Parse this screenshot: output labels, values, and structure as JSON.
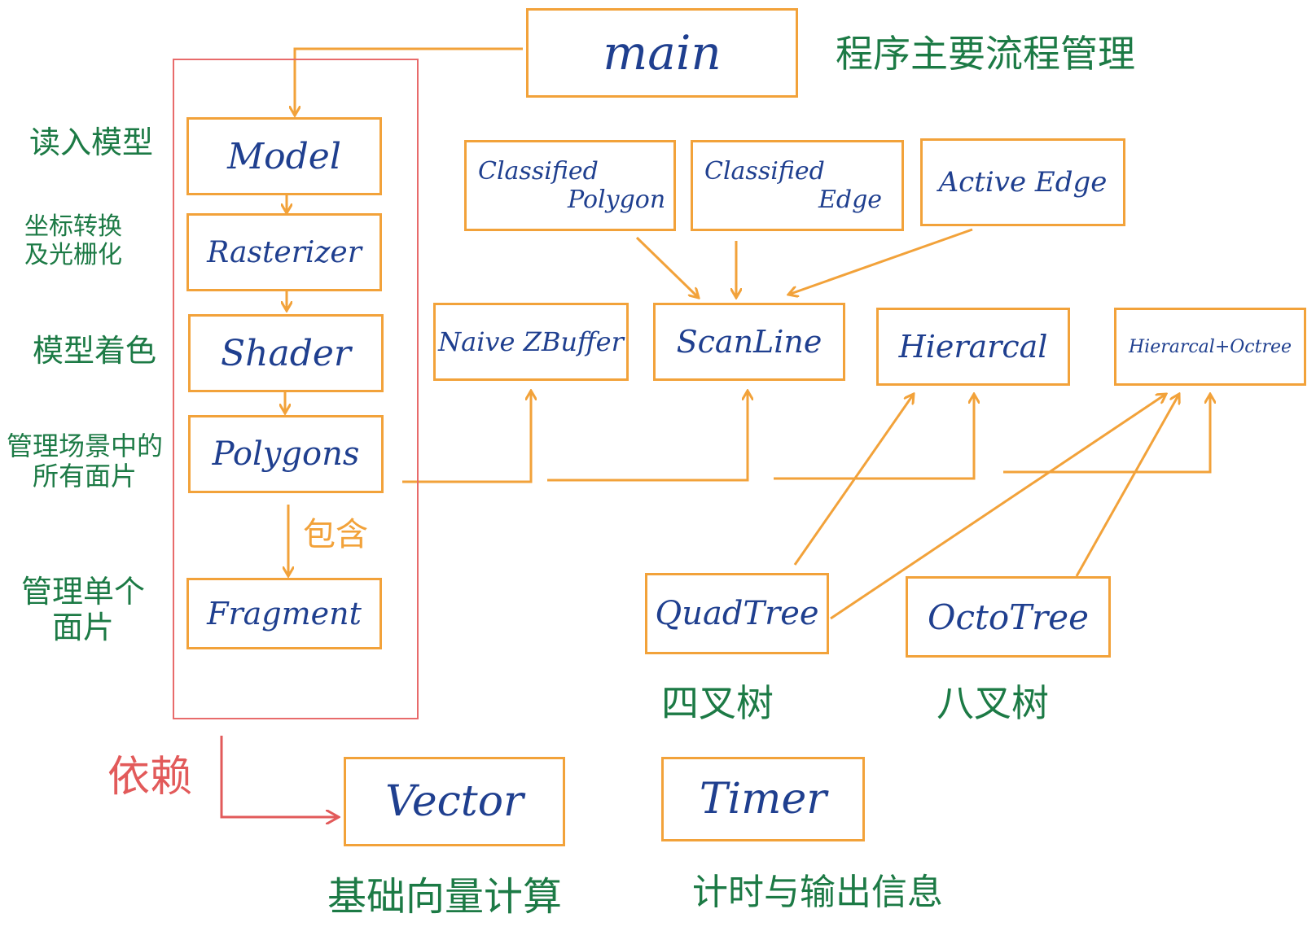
{
  "title_note": "程序主要流程管理",
  "boxes": {
    "main": "main",
    "model": "Model",
    "rasterizer": "Rasterizer",
    "shader": "Shader",
    "polygons": "Polygons",
    "fragment": "Fragment",
    "classified_polygon": [
      "Classified",
      "Polygon"
    ],
    "classified_edge": [
      "Classified",
      "Edge"
    ],
    "active_edge": "Active  Edge",
    "naive_zbuffer": "Naive ZBuffer",
    "scanline": "ScanLine",
    "hierarcal": "Hierarcal",
    "hierarcal_octree": "Hierarcal+Octree",
    "quadtree": "QuadTree",
    "octotree": "OctoTree",
    "vector": "Vector",
    "timer": "Timer"
  },
  "notes": {
    "model": "读入模型",
    "rasterizer": "坐标转换\n及光栅化",
    "shader": "模型着色",
    "polygons": "管理场景中的\n所有面片",
    "fragment": "管理单个\n面片",
    "quadtree": "四叉树",
    "octotree": "八叉树",
    "vector": "基础向量计算",
    "timer": "计时与输出信息"
  },
  "relations": {
    "contains": "包含",
    "depends": "依赖"
  },
  "colors": {
    "box_border": "#f2a23a",
    "box_text": "#1f3f8f",
    "note_text": "#1c7a45",
    "dependency": "#e25a5a"
  }
}
